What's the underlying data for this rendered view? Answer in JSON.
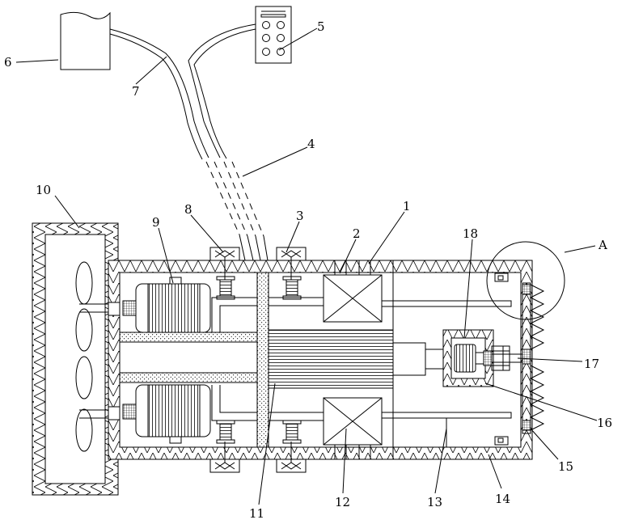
{
  "labels": {
    "l1": "1",
    "l2": "2",
    "l3": "3",
    "l4": "4",
    "l5": "5",
    "l6": "6",
    "l7": "7",
    "l8": "8",
    "l9": "9",
    "l10": "10",
    "l11": "11",
    "l12": "12",
    "l13": "13",
    "l14": "14",
    "l15": "15",
    "l16": "16",
    "l17": "17",
    "l18": "18",
    "lA": "A"
  }
}
